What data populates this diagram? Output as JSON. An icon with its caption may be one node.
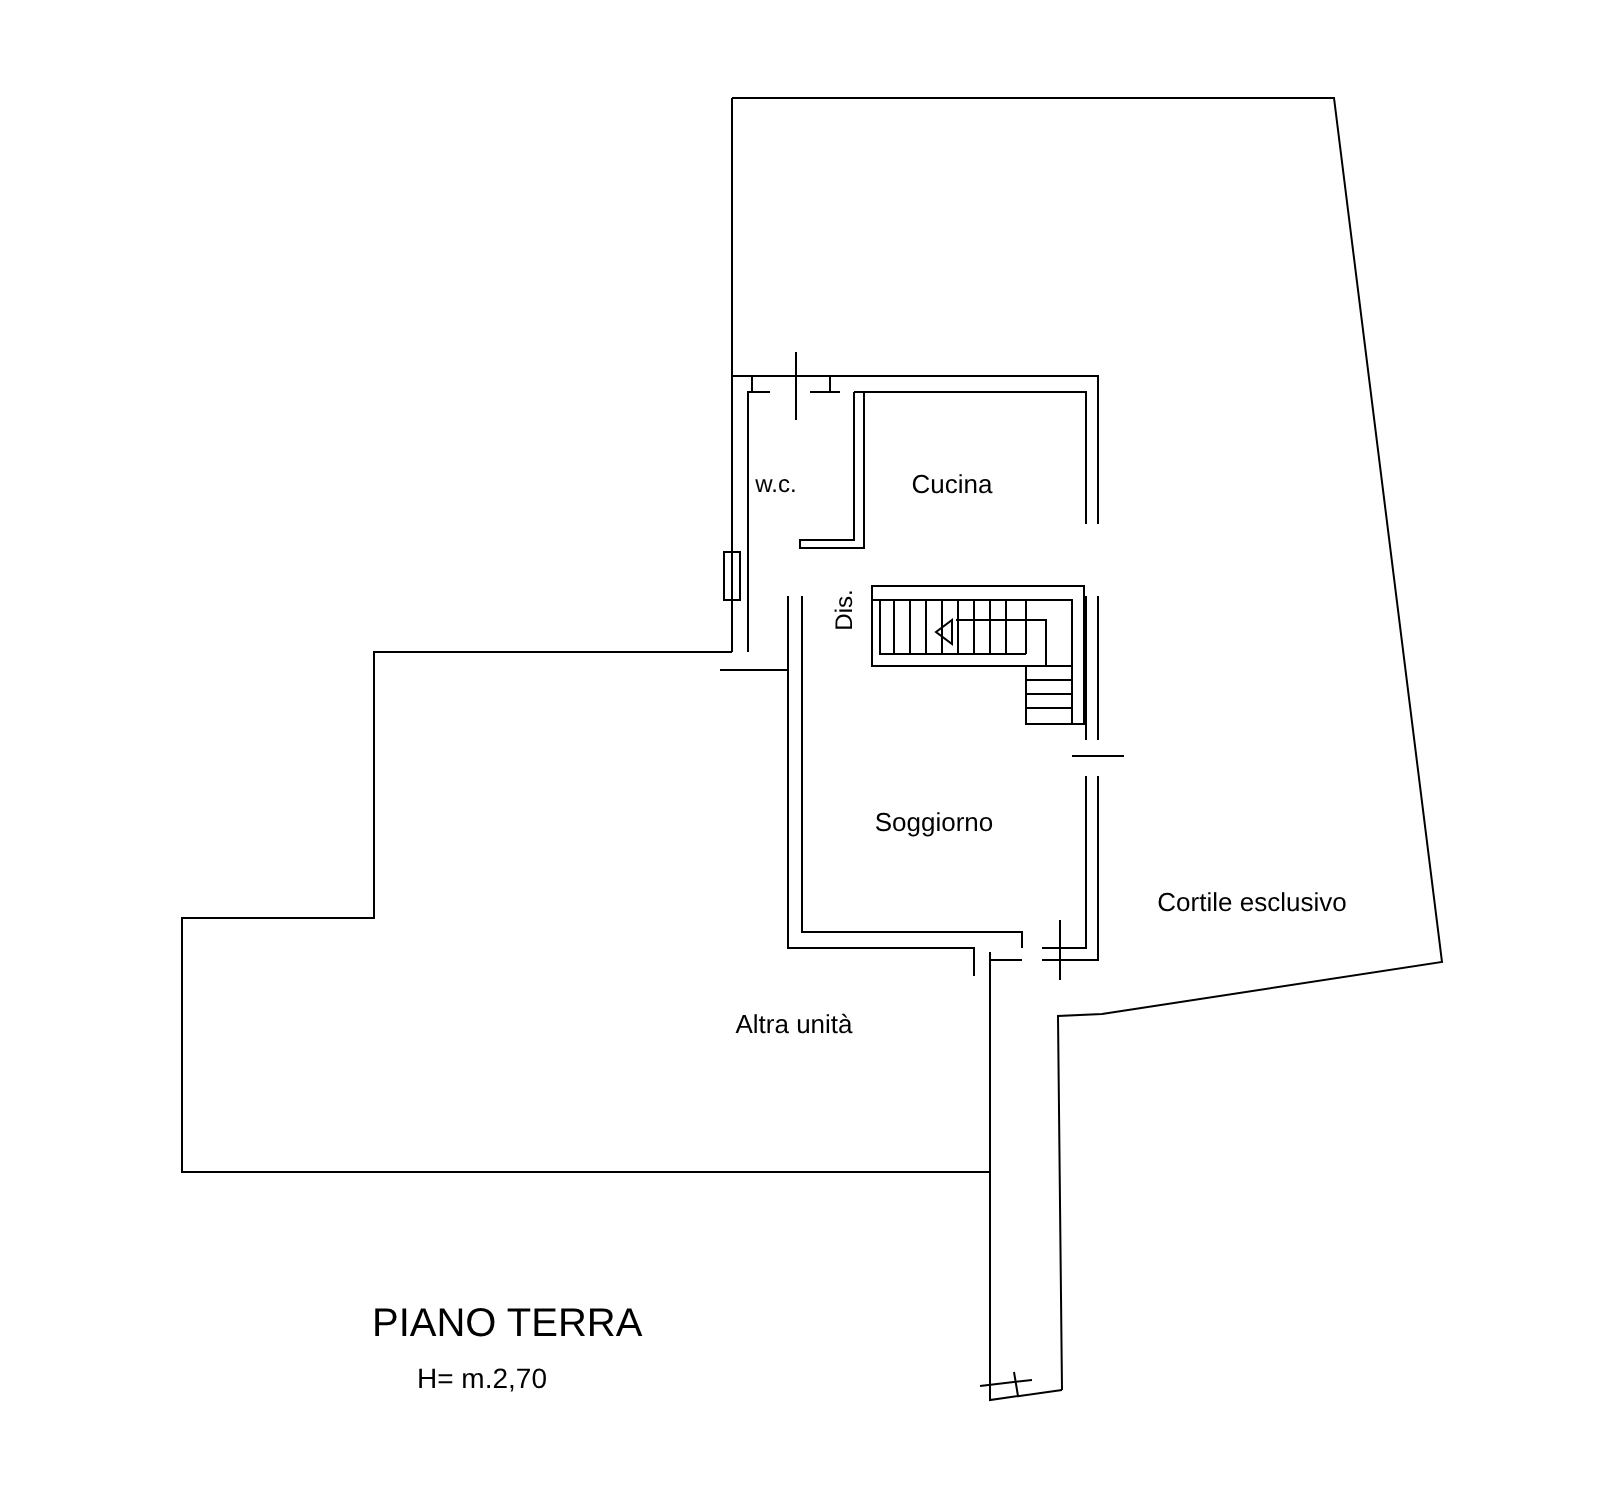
{
  "diagram": {
    "title": "PIANO TERRA",
    "labels": [
      "w.c.",
      "Cucina",
      "Dis.",
      "Soggiorno",
      "Cortile esclusivo",
      "Altra unità",
      "H= m.2,70"
    ]
  }
}
